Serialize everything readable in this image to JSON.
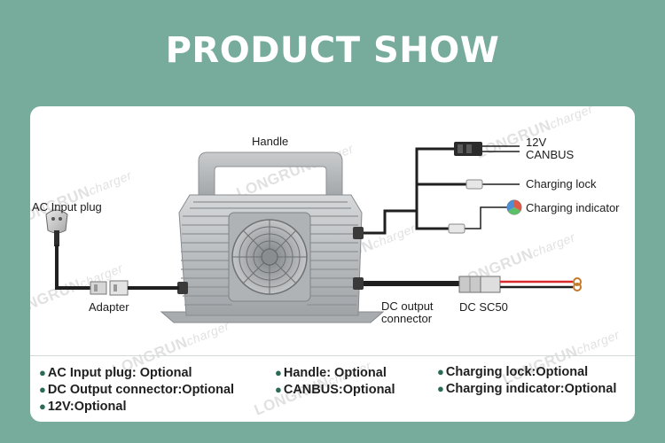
{
  "header": {
    "title": "PRODUCT SHOW"
  },
  "watermark": {
    "brand": "LONGRUN",
    "suffix": "charger"
  },
  "labels": {
    "handle": "Handle",
    "ac_input_plug": "AC Input  plug",
    "adapter": "Adapter",
    "canbus_line1": "12V",
    "canbus_line2": "CANBUS",
    "charging_lock": "Charging lock",
    "charging_indicator": "Charging indicator",
    "dc_output_line1": "DC output",
    "dc_output_line2": "connector",
    "dc_sc50": "DC  SC50"
  },
  "options": [
    "AC Input plug: Optional",
    "DC Output connector:Optional",
    "12V:Optional",
    "Handle: Optional",
    "CANBUS:Optional",
    "Charging lock:Optional",
    "Charging indicator:Optional"
  ],
  "colors": {
    "background": "#77ab9b",
    "card": "#ffffff",
    "bullet": "#2a6b58",
    "charger_body": "#b9bcbe",
    "indicator_red": "#e05a4a",
    "indicator_green": "#5cc06a",
    "indicator_blue": "#4b8fd6"
  }
}
